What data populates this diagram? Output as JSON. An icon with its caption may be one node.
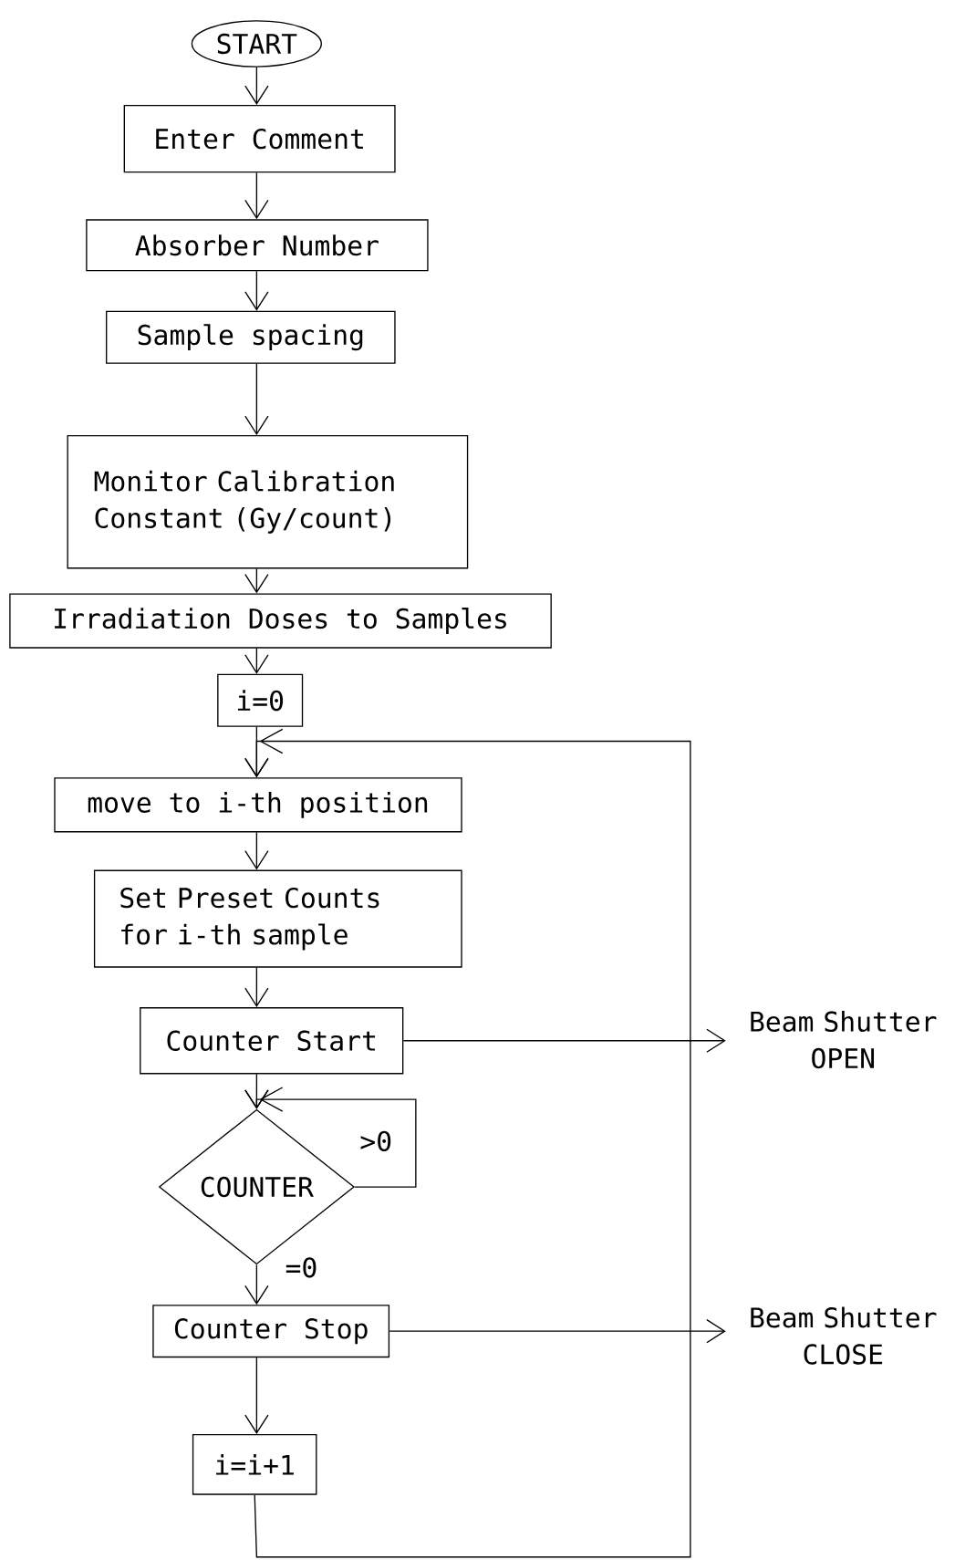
{
  "diagram": {
    "nodes": [
      {
        "text": [
          "START"
        ]
      },
      {
        "text": [
          "Enter Comment"
        ]
      },
      {
        "text": [
          "Absorber Number"
        ]
      },
      {
        "text": [
          "Sample spacing"
        ]
      },
      {
        "text": [
          "Monitor Calibration Constant (Gy/count)"
        ]
      },
      {
        "text": [
          "Irradiation Doses to Samples"
        ]
      },
      {
        "text": [
          "i=0"
        ]
      },
      {
        "text": [
          "move to i-th position"
        ]
      },
      {
        "text": [
          "Set Preset Counts for i-th sample"
        ]
      },
      {
        "text": [
          "Counter Start"
        ]
      },
      {
        "text": [
          "COUNTER"
        ]
      },
      {
        "text": [
          "Counter Stop"
        ]
      },
      {
        "text": [
          "i=i+1"
        ]
      },
      {
        "text": [
          "Beam Shutter OPEN"
        ]
      },
      {
        "text": [
          "Beam Shutter CLOSE"
        ]
      }
    ],
    "edges": [
      {
        "from": 0,
        "to": 1,
        "arrow": "to"
      },
      {
        "from": 1,
        "to": 2,
        "arrow": "to"
      },
      {
        "from": 2,
        "to": 3,
        "arrow": "to"
      },
      {
        "from": 3,
        "to": 4,
        "arrow": "to"
      },
      {
        "from": 4,
        "to": 5,
        "arrow": "to"
      },
      {
        "from": 5,
        "to": 6,
        "arrow": "to"
      },
      {
        "from": 6,
        "to": 7,
        "arrow": "to"
      },
      {
        "from": 7,
        "to": 8,
        "arrow": "to"
      },
      {
        "from": 8,
        "to": 9,
        "arrow": "to"
      },
      {
        "from": 9,
        "to": 10,
        "arrow": "to"
      },
      {
        "from": 10,
        "to": 10,
        "arrow": "to",
        "label": ">0"
      },
      {
        "from": 10,
        "to": 11,
        "arrow": "to",
        "label": "=0"
      },
      {
        "from": 11,
        "to": 12,
        "arrow": "to"
      },
      {
        "from": 12,
        "to": 7,
        "arrow": "to"
      },
      {
        "from": 9,
        "to": 13,
        "arrow": "to"
      },
      {
        "from": 11,
        "to": 14,
        "arrow": "to"
      }
    ]
  }
}
